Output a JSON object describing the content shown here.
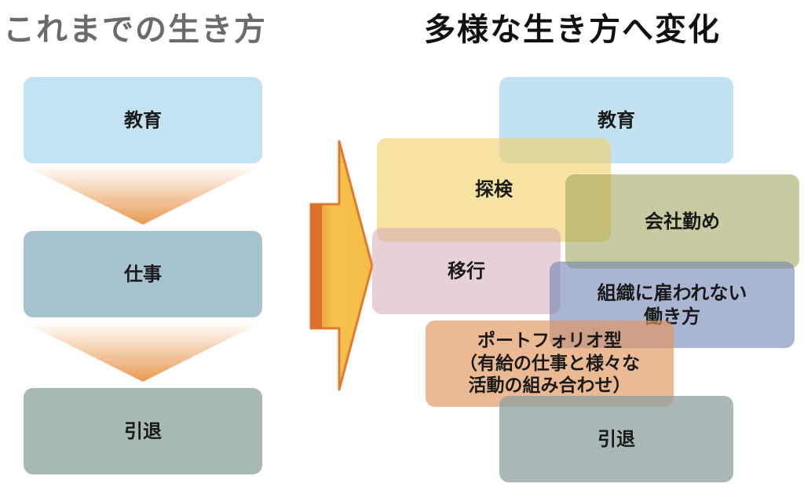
{
  "titles": {
    "left": "これまでの生き方",
    "right": "多様な生き方へ変化"
  },
  "traditional_path": {
    "education": "教育",
    "work": "仕事",
    "retirement": "引退"
  },
  "diverse_path": {
    "education": "教育",
    "exploration": "探検",
    "company_employment": "会社勤め",
    "transition": "移行",
    "independent_work_line1": "組織に雇われない",
    "independent_work_line2": "働き方",
    "portfolio_line1": "ポートフォリオ型",
    "portfolio_line2": "（有給の仕事と様々な",
    "portfolio_line3": "活動の組み合わせ）",
    "retirement": "引退"
  },
  "colors": {
    "chevron_orange": "#e89a52",
    "arrow_fill": "#f4bc48",
    "arrow_edge": "#e07a30"
  }
}
